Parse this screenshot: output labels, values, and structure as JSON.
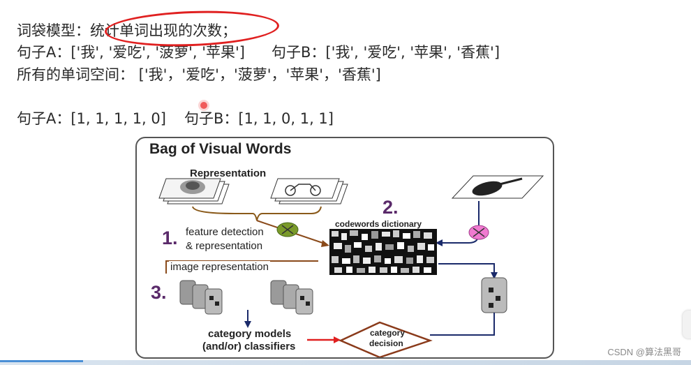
{
  "notes": {
    "line1": "词袋模型：统计单词出现的次数；",
    "line2a": "句子A：['我', '爱吃', '菠萝', '苹果']",
    "line2b": "句子B：['我', '爱吃', '苹果', '香蕉']",
    "line3": "所有的单词空间： ['我'，'爱吃'，'菠萝'，'苹果'，'香蕉']",
    "line4a": "句子A：[1, 1, 1, 1, 0]",
    "line4b": "句子B：[1, 1, 0, 1, 1]"
  },
  "figure": {
    "title": "Bag of Visual Words",
    "representation": "Representation",
    "step1_num": "1.",
    "step1_line1": "feature detection",
    "step1_line2": "& representation",
    "step2_num": "2.",
    "codewords": "codewords dictionary",
    "step3_num": "3.",
    "image_repr": "image representation",
    "category_line1": "category models",
    "category_line2": "(and/or) classifiers",
    "decision_line1": "category",
    "decision_line2": "decision"
  },
  "watermark": "CSDN @算法黑哥",
  "annotation": {
    "color": "#e02020"
  },
  "video_progress": 0.12
}
